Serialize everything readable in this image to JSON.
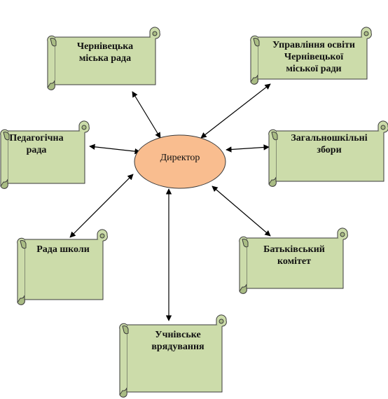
{
  "center": {
    "label": "Директор",
    "color": "#f9bd8f"
  },
  "scroll_color": "#ccdcaa",
  "nodes": [
    {
      "id": "city-council",
      "lines": [
        "Чернівецька",
        "міська рада"
      ]
    },
    {
      "id": "education-dept",
      "lines": [
        "Управління освіти",
        "Чернівецької",
        "міської ради"
      ]
    },
    {
      "id": "pedagogical-council",
      "lines": [
        "Педагогічна",
        "рада"
      ]
    },
    {
      "id": "general-meeting",
      "lines": [
        "Загальношкільні",
        "збори"
      ]
    },
    {
      "id": "school-council",
      "lines": [
        "Рада школи"
      ]
    },
    {
      "id": "parents-committee",
      "lines": [
        "Батьківський",
        "комітет"
      ]
    },
    {
      "id": "student-government",
      "lines": [
        "Учнівське",
        "врядування"
      ]
    }
  ]
}
